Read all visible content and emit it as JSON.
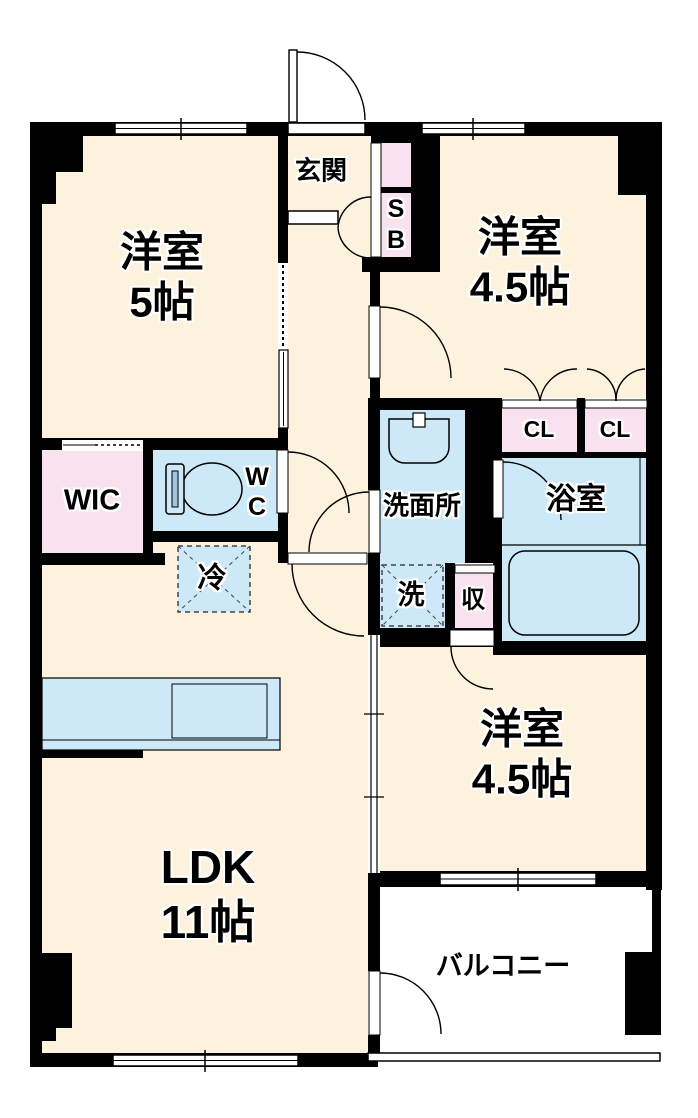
{
  "title": "apartment-floor-plan",
  "colors": {
    "room_cream": "#fdf2dd",
    "closet_pink": "#f8e2ef",
    "wet_area_blue": "#cde9f7",
    "wall_black": "#000000",
    "balcony_white": "#ffffff"
  },
  "rooms": {
    "yoshitsu5": {
      "line1": "洋室",
      "line2": "5帖"
    },
    "yoshitsu45_top": {
      "line1": "洋室",
      "line2": "4.5帖"
    },
    "genkan": {
      "label": "玄関"
    },
    "shoe_box": {
      "line1": "S",
      "line2": "B"
    },
    "closet1": {
      "label": "CL"
    },
    "closet2": {
      "label": "CL"
    },
    "wic": {
      "label": "WIC"
    },
    "wc": {
      "line1": "W",
      "line2": "C"
    },
    "refrigerator": {
      "label": "冷"
    },
    "senmenjo": {
      "label": "洗面所"
    },
    "bathroom": {
      "label": "浴室"
    },
    "washer": {
      "label": "洗"
    },
    "storage": {
      "label": "収"
    },
    "ldk": {
      "line1": "LDK",
      "line2": "11帖"
    },
    "yoshitsu45_bottom": {
      "line1": "洋室",
      "line2": "4.5帖"
    },
    "balcony": {
      "label": "バルコニー"
    }
  },
  "fixtures": [
    "entrance-door",
    "toilet",
    "vanity-sink",
    "bathtub",
    "kitchen-counter",
    "refrigerator-space",
    "washer-space",
    "sliding-partition",
    "windows",
    "door-swings"
  ]
}
